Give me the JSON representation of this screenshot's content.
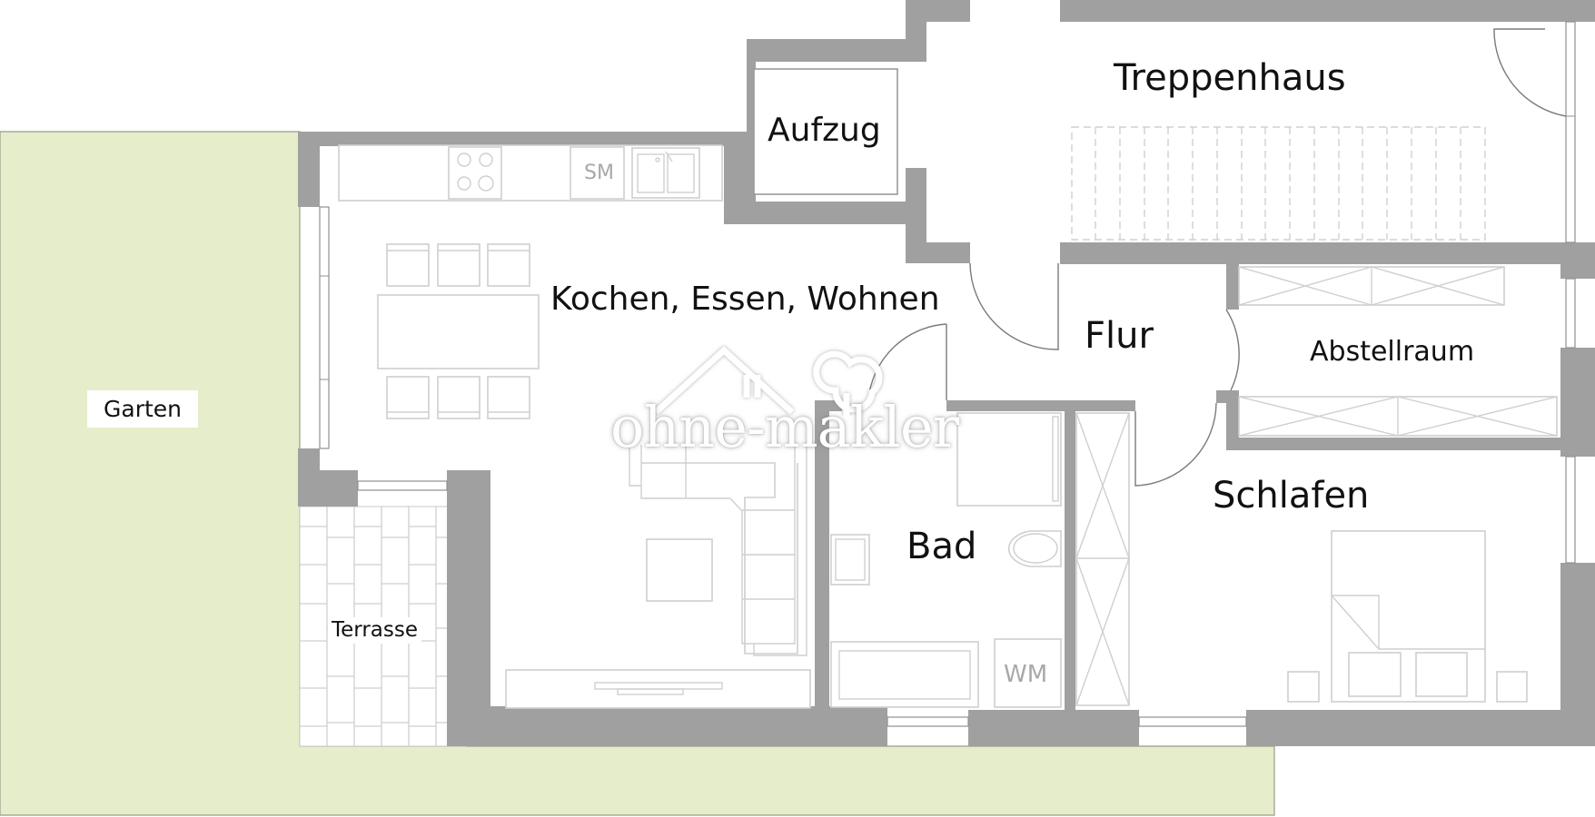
{
  "plan": {
    "colors": {
      "garden": "#e6edcb",
      "wall": "#a0a0a0",
      "furniture_line": "#cfcfcf",
      "text": "#111111",
      "fixture_text": "#a8a8a8"
    },
    "rooms": {
      "treppenhaus": "Treppenhaus",
      "aufzug": "Aufzug",
      "kochen": "Kochen, Essen, Wohnen",
      "flur": "Flur",
      "abstellraum": "Abstellraum",
      "bad": "Bad",
      "schlafen": "Schlafen",
      "terrasse": "Terrasse",
      "garten": "Garten"
    },
    "fixtures": {
      "spuelmaschine": "SM",
      "waschmaschine": "WM"
    },
    "watermark": {
      "text": "ohne-makler",
      "icon": "house-tree-logo-icon"
    }
  }
}
